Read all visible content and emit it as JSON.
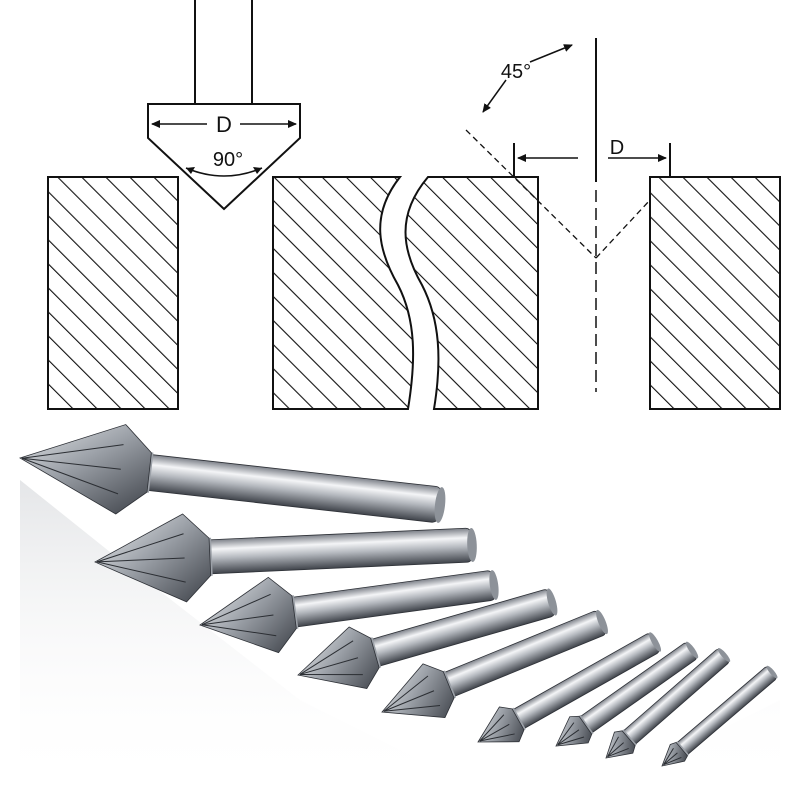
{
  "diagram": {
    "countersink_diameter_label": "D",
    "countersink_angle_label": "90°",
    "chamfer_angle_label": "45°",
    "chamfer_diameter_label": "D"
  },
  "colors": {
    "line": "#111111",
    "steel_light": "#f2f3f5",
    "steel_mid": "#b9bdc3",
    "steel_dark": "#4a4e55",
    "background": "#ffffff"
  },
  "product": {
    "item_kind": "countersink-drill-bit",
    "bit_count": 9
  }
}
